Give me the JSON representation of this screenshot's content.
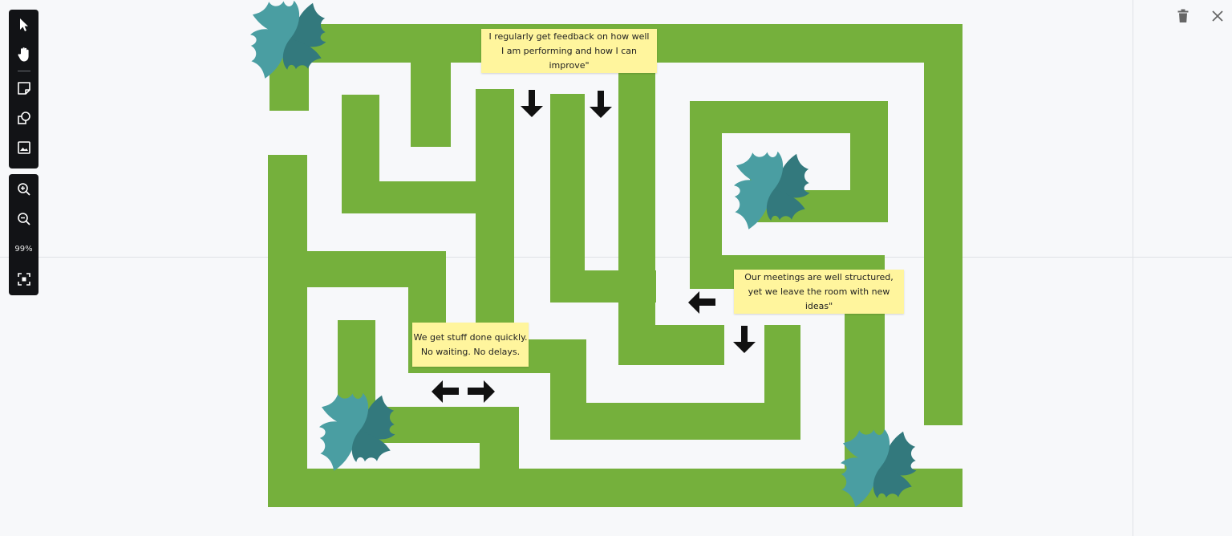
{
  "toolbar": {
    "tools": [
      {
        "name": "select-tool",
        "icon": "cursor-arrow-icon"
      },
      {
        "name": "hand-tool",
        "icon": "hand-icon"
      },
      {
        "name": "sticky-note-tool",
        "icon": "sticky-note-icon"
      },
      {
        "name": "shapes-tool",
        "icon": "shapes-icon"
      },
      {
        "name": "image-tool",
        "icon": "image-icon"
      }
    ],
    "zoom_in_icon": "zoom-in-icon",
    "zoom_out_icon": "zoom-out-icon",
    "zoom_level": "99%",
    "fit_icon": "fit-to-screen-icon"
  },
  "top_actions": {
    "delete_icon": "trash-icon",
    "close_icon": "close-icon"
  },
  "colors": {
    "maze_green": "#75b03c",
    "leaf_teal": "#4a9ea2",
    "leaf_dark": "#33797d",
    "note_yellow": "#fff59d",
    "arrow_black": "#111111",
    "canvas_bg": "#f7f8fa"
  },
  "notes": [
    {
      "line1": "I regularly get feedback on how well",
      "line2": "I am performing and how I can improve\""
    },
    {
      "line1": "Our meetings are well structured,",
      "line2": "yet we leave the room with new ideas\""
    },
    {
      "line1": "We get stuff done quickly.",
      "line2": "No waiting. No delays."
    }
  ]
}
